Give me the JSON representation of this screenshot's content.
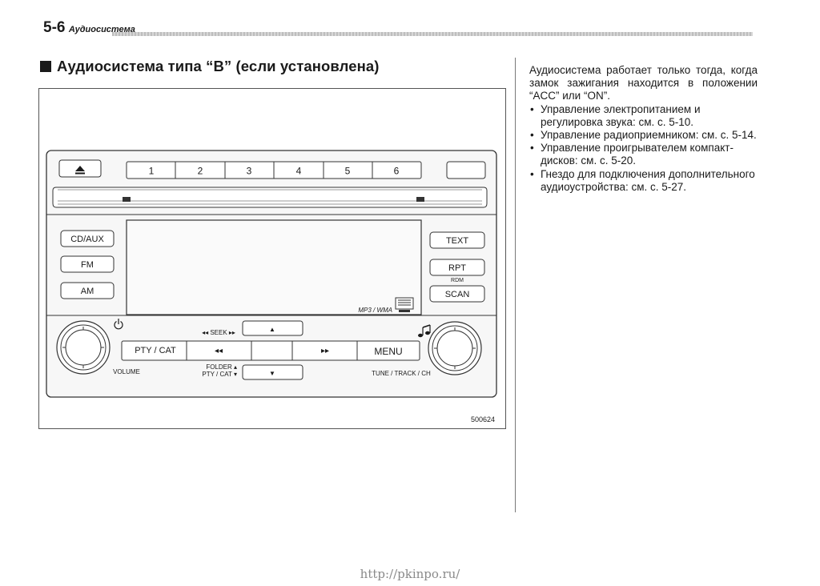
{
  "header": {
    "page_number": "5-6",
    "section": "Аудиосистема"
  },
  "title": "Аудиосистема типа “B” (если установлена)",
  "description": {
    "intro": "Аудиосистема работает только тогда, когда замок зажигания находится в положении “ACC” или “ON”.",
    "bullets": [
      "Управление электропитанием и регулировка звука: см. с. 5-10.",
      "Управление радиоприемником: см. с. 5-14.",
      "Управление проигрывателем компакт-дисков: см. с. 5-20.",
      "Гнездо для подключения дополнительного аудиоустройства: см. с. 5-27."
    ]
  },
  "radio": {
    "eject_icon": "eject-icon",
    "preset_labels": [
      "1",
      "2",
      "3",
      "4",
      "5",
      "6"
    ],
    "left_buttons": [
      "CD/AUX",
      "FM",
      "AM"
    ],
    "right_buttons": [
      "TEXT",
      "RPT",
      "SCAN"
    ],
    "rdm_label": "RDM",
    "display_label": "MP3 / WMA",
    "disc_logo": "compact-disc-logo",
    "power_icon": "power-icon",
    "music_icon": "music-note-icon",
    "seek_label": "◂◂ SEEK ▸▸",
    "pty_cat_label": "PTY / CAT",
    "rewind_symbol": "◂◂",
    "forward_symbol": "▸▸",
    "menu_label": "MENU",
    "folder_label": "FOLDER ▴",
    "folder_pty_label": "PTY / CAT ▾",
    "volume_label": "VOLUME",
    "tune_label": "TUNE / TRACK / CH",
    "up_symbol": "▲",
    "down_symbol": "▼",
    "figure_code": "500624"
  },
  "footer": {
    "url": "http://pkinpo.ru/"
  }
}
